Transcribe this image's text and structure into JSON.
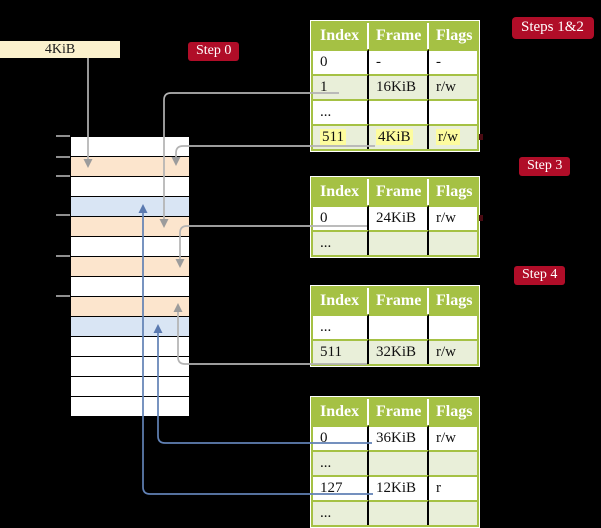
{
  "frame_box": {
    "label": "4KiB"
  },
  "badges": {
    "step0": "Step 0",
    "steps12": "Steps 1&2",
    "step3": "Step 3",
    "step4": "Step 4"
  },
  "memory": {
    "description": "physical memory frames, 4KiB per row",
    "row_colors": [
      "white",
      "peach",
      "white",
      "blue",
      "peach",
      "white",
      "peach",
      "white",
      "peach",
      "blue",
      "white",
      "white",
      "white",
      "white"
    ]
  },
  "tables": {
    "t1": {
      "headers": [
        "Index",
        "Frame",
        "Flags"
      ],
      "rows": [
        [
          "0",
          "-",
          "-"
        ],
        [
          "1",
          "16KiB",
          "r/w"
        ],
        [
          "...",
          "",
          ""
        ],
        [
          "511",
          "4KiB",
          "r/w"
        ]
      ],
      "highlighted_row": 3
    },
    "t2": {
      "headers": [
        "Index",
        "Frame",
        "Flags"
      ],
      "rows": [
        [
          "0",
          "24KiB",
          "r/w"
        ],
        [
          "...",
          "",
          ""
        ]
      ]
    },
    "t3": {
      "headers": [
        "Index",
        "Frame",
        "Flags"
      ],
      "rows": [
        [
          "...",
          "",
          ""
        ],
        [
          "511",
          "32KiB",
          "r/w"
        ]
      ]
    },
    "t4": {
      "headers": [
        "Index",
        "Frame",
        "Flags"
      ],
      "rows": [
        [
          "0",
          "36KiB",
          "r/w"
        ],
        [
          "...",
          "",
          ""
        ],
        [
          "127",
          "12KiB",
          "r"
        ],
        [
          "...",
          "",
          ""
        ]
      ]
    }
  },
  "colors": {
    "background": "#000000",
    "badge_red": "#b00d28",
    "table_header_green": "#a5c144",
    "table_row_green": "#e9efd9",
    "highlight_yellow": "#fdfc9e",
    "memory_peach": "#fce5cd",
    "memory_blue": "#d9e5f4",
    "frame_box_cream": "#fbf1cd",
    "gray_line": "#b3b3b3",
    "blue_line": "#6181b5"
  }
}
